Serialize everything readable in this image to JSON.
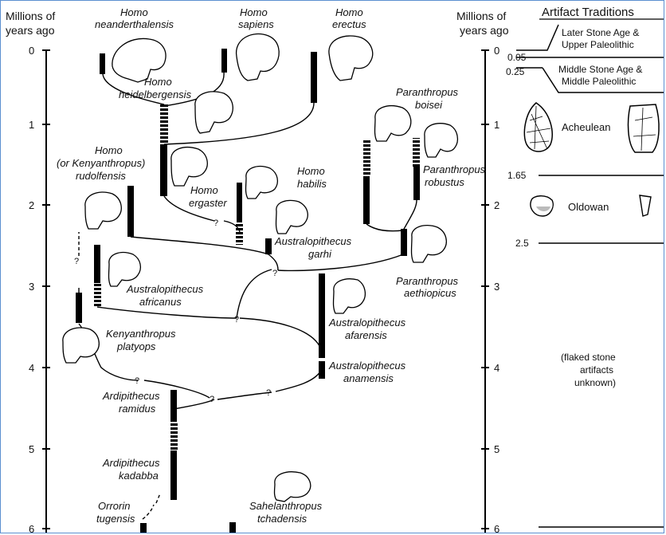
{
  "axis": {
    "left_title": [
      "Millions of",
      "years ago"
    ],
    "right_title": [
      "Millions of",
      "years ago"
    ],
    "ticks": [
      "0",
      "1",
      "2",
      "3",
      "4",
      "5",
      "6"
    ]
  },
  "artifacts": {
    "title": "Artifact Traditions",
    "later": [
      "Later Stone Age &",
      "Upper Paleolithic"
    ],
    "middle": [
      "Middle Stone Age &",
      "Middle Paleolithic"
    ],
    "t005": "0.05",
    "t025": "0.25",
    "t165": "1.65",
    "t25": "2.5",
    "acheulean": "Acheulean",
    "oldowan": "Oldowan",
    "unknown": [
      "(flaked stone",
      "artifacts",
      "unknown)"
    ]
  },
  "uncertain_mark": "?",
  "species": {
    "neanderthalensis": [
      "Homo",
      "neanderthalensis"
    ],
    "sapiens": [
      "Homo",
      "sapiens"
    ],
    "erectus": [
      "Homo",
      "erectus"
    ],
    "heidelbergensis": [
      "Homo",
      "heidelbergensis"
    ],
    "boisei": [
      "Paranthropus",
      "boisei"
    ],
    "rudolfensis": [
      "Homo",
      "(or Kenyanthropus)",
      "rudolfensis"
    ],
    "habilis": [
      "Homo",
      "habilis"
    ],
    "ergaster": [
      "Homo",
      "ergaster"
    ],
    "robustus": [
      "Paranthropus",
      "robustus"
    ],
    "garhi": [
      "Australopithecus",
      "garhi"
    ],
    "africanus": [
      "Australopithecus",
      "africanus"
    ],
    "aethiopicus": [
      "Paranthropus",
      "aethiopicus"
    ],
    "afarensis": [
      "Australopithecus",
      "afarensis"
    ],
    "platyops": [
      "Kenyanthropus",
      "platyops"
    ],
    "anamensis": [
      "Australopithecus",
      "anamensis"
    ],
    "ramidus": [
      "Ardipithecus",
      "ramidus"
    ],
    "kadabba": [
      "Ardipithecus",
      "kadabba"
    ],
    "orrorin": [
      "Orrorin",
      "tugensis"
    ],
    "sahelanthropus": [
      "Sahelanthropus",
      "tchadensis"
    ]
  }
}
